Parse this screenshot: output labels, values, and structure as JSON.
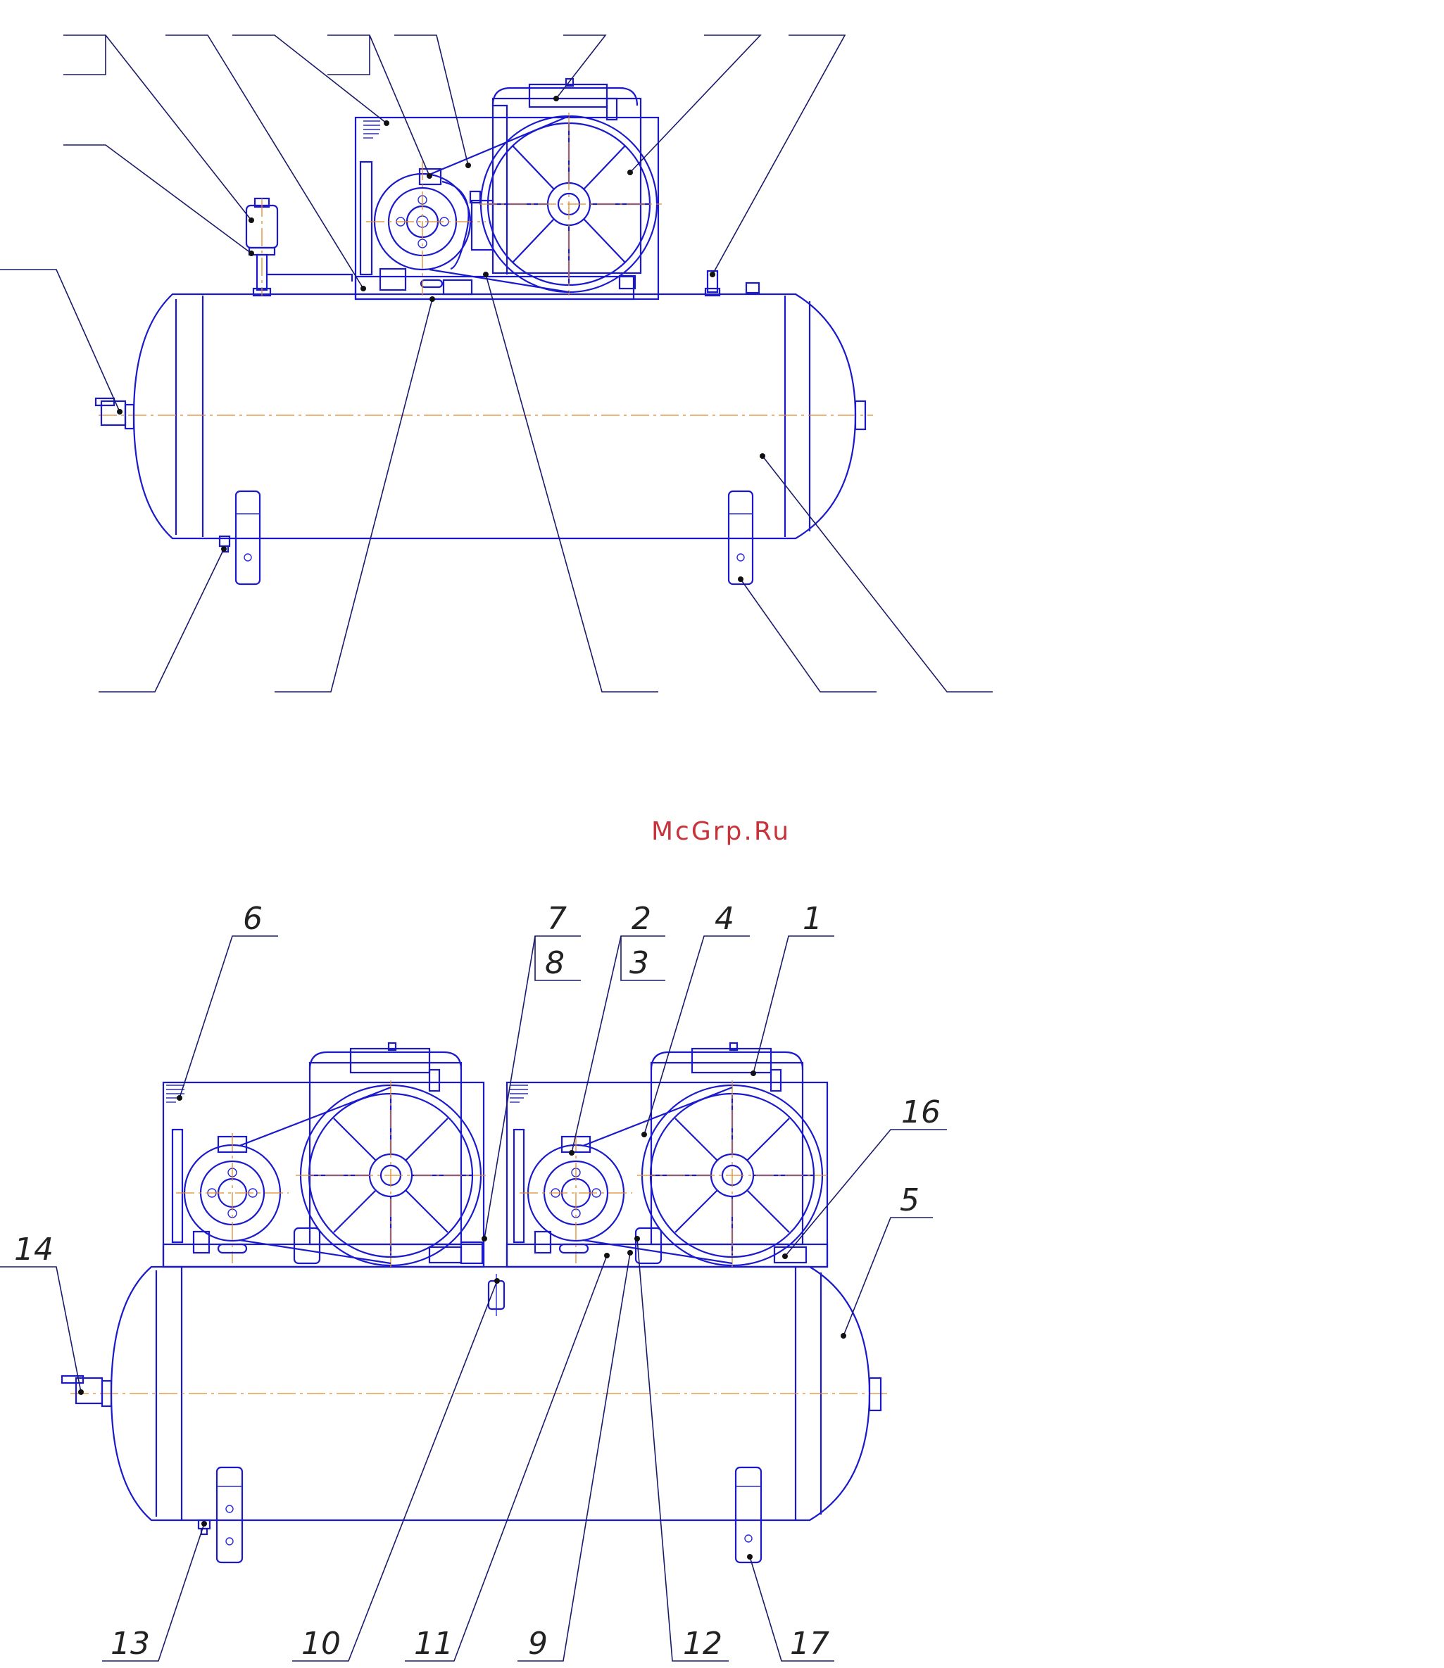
{
  "watermark": "McGrp.Ru",
  "colors": {
    "outline": "#1a1acc",
    "centerline": "#e08a2a",
    "leader": "#1a1a6a",
    "watermark": "#c8323a"
  },
  "bottom_view_callouts": {
    "c6": "6",
    "c7": "7",
    "c8": "8",
    "c2": "2",
    "c3": "3",
    "c4": "4",
    "c1": "1",
    "c16": "16",
    "c5": "5",
    "c14": "14",
    "c13": "13",
    "c10": "10",
    "c11": "11",
    "c9": "9",
    "c12": "12",
    "c17": "17"
  }
}
